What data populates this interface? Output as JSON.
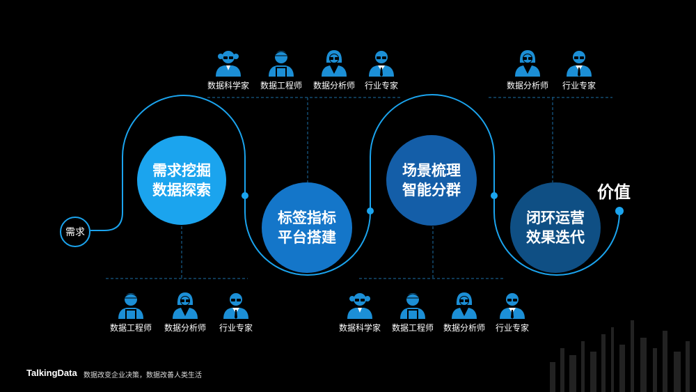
{
  "start_label": "需求",
  "end_label": "价值",
  "stages": [
    {
      "line1": "需求挖掘",
      "line2": "数据探索",
      "color": "#1ba4ee"
    },
    {
      "line1": "标签指标",
      "line2": "平台搭建",
      "color": "#1476c9"
    },
    {
      "line1": "场景梳理",
      "line2": "智能分群",
      "color": "#145ea8"
    },
    {
      "line1": "闭环运营",
      "line2": "效果迭代",
      "color": "#0f4f84"
    }
  ],
  "group_top_1": [
    "数据科学家",
    "数据工程师",
    "数据分析师",
    "行业专家"
  ],
  "group_bottom_1": [
    "数据工程师",
    "数据分析师",
    "行业专家"
  ],
  "group_bottom_2": [
    "数据科学家",
    "数据工程师",
    "数据分析师",
    "行业专家"
  ],
  "group_top_2": [
    "数据分析师",
    "行业专家"
  ],
  "footer": {
    "brand": "TalkingData",
    "slogan": "数据改变企业决策，数据改善人类生活"
  },
  "colors": {
    "line": "#1ba4ee",
    "icon": "#1c8fd6",
    "dash": "#1c6fa8"
  }
}
